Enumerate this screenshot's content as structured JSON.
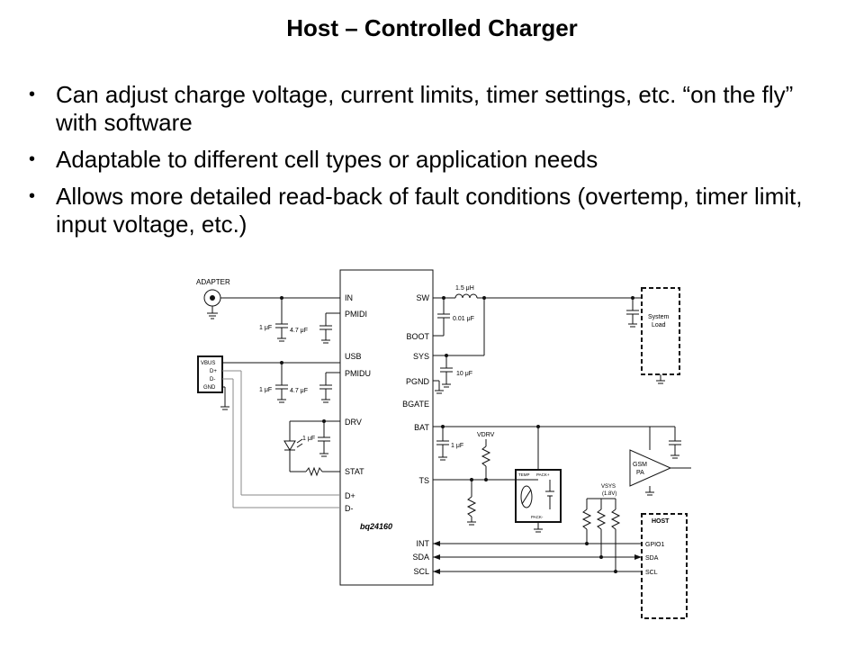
{
  "slide": {
    "title": "Host – Controlled Charger",
    "bullets": [
      "Can adjust charge voltage, current limits, timer settings, etc. “on the fly” with software",
      "Adaptable to different cell types or application needs",
      "Allows more detailed read-back of fault conditions (overtemp, timer limit, input voltage, etc.)"
    ]
  },
  "diagram": {
    "chip_name": "bq24160",
    "pins_left": [
      "IN",
      "PMIDI",
      "USB",
      "PMIDU",
      "DRV",
      "STAT",
      "D+",
      "D-"
    ],
    "pins_right": [
      "SW",
      "BOOT",
      "SYS",
      "PGND",
      "BGATE",
      "BAT",
      "TS",
      "INT",
      "SDA",
      "SCL"
    ],
    "adapter": "ADAPTER",
    "usb_pins": [
      "VBUS",
      "D+",
      "D-",
      "GND"
    ],
    "cap_1uF": "1 μF",
    "cap_4_7uF": "4.7 μF",
    "inductor": "1.5 μH",
    "cap_001uF": "0.01 μF",
    "cap_10uF": "10 μF",
    "system_load_1": "System",
    "system_load_2": "Load",
    "vdrv": "VDRV",
    "gsm_1": "GSM",
    "gsm_2": "PA",
    "vsys": "VSYS",
    "vsys_val": "(1.8V)",
    "host": "HOST",
    "host_pins": [
      "GPIO1",
      "SDA",
      "SCL"
    ],
    "batt_temp": "TEMP",
    "batt_pack_top": "PACK+",
    "batt_pack_bot": "PACK-"
  }
}
